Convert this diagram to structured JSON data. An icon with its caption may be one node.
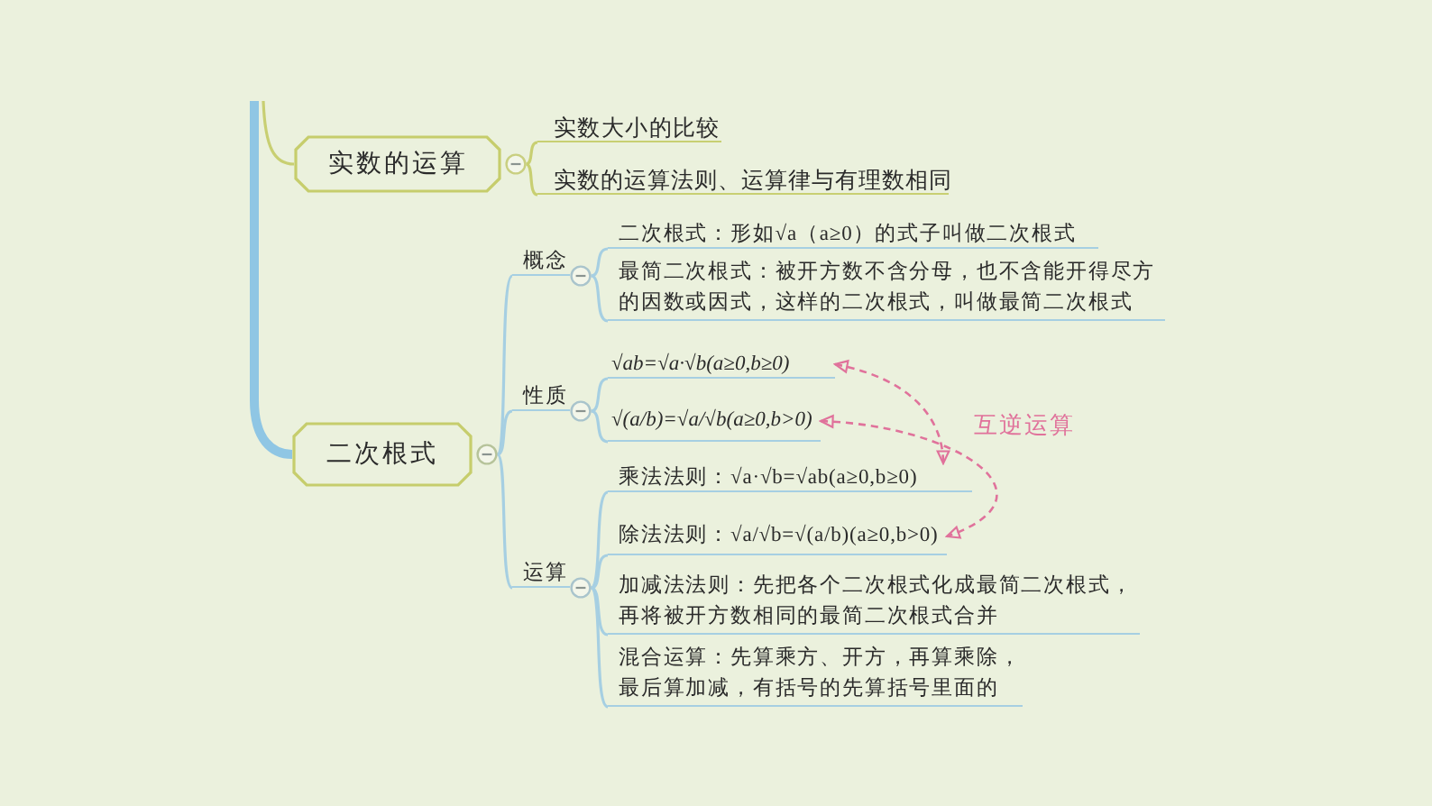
{
  "diagram": {
    "nodes": [
      {
        "text": [
          "实数的运算"
        ]
      },
      {
        "text": [
          "实数大小的比较"
        ]
      },
      {
        "text": [
          "实数的运算法则、运算律与有理数相同"
        ]
      },
      {
        "text": [
          "二次根式"
        ]
      },
      {
        "text": [
          "概念"
        ]
      },
      {
        "text": [
          "二次根式：形如√a（a≥0）的式子叫做二次根式"
        ]
      },
      {
        "text": [
          "最简二次根式：被开方数不含分母，也不含能开得尽方的因数或因式，这样的二次根式，叫做最简二次根式"
        ]
      },
      {
        "text": [
          "性质"
        ]
      },
      {
        "text": [
          "√ab=√a·√b(a≥0,b≥0)"
        ]
      },
      {
        "text": [
          "√(a/b)=√a/√b(a≥0,b>0)"
        ]
      },
      {
        "text": [
          "运算"
        ]
      },
      {
        "text": [
          "乘法法则：√a·√b=√ab(a≥0,b≥0)"
        ]
      },
      {
        "text": [
          "除法法则：√a/√b=√(a/b)(a≥0,b>0)"
        ]
      },
      {
        "text": [
          "加减法法则：先把各个二次根式化成最简二次根式，再将被开方数相同的最简二次根式合并"
        ]
      },
      {
        "text": [
          "混合运算：先算乘方、开方，再算乘除，最后算加减，有括号的先算括号里面的"
        ]
      }
    ],
    "edges": [
      {
        "from": null,
        "to": 0,
        "arrow": "none",
        "color": "#c8cf72"
      },
      {
        "from": null,
        "to": 3,
        "arrow": "none",
        "style": "thick",
        "color": "#8fc6e4"
      },
      {
        "from": 0,
        "to": 1,
        "arrow": "none",
        "color": "#c8cf72"
      },
      {
        "from": 0,
        "to": 2,
        "arrow": "none",
        "color": "#c8cf72"
      },
      {
        "from": 3,
        "to": 4,
        "arrow": "none"
      },
      {
        "from": 3,
        "to": 7,
        "arrow": "none"
      },
      {
        "from": 3,
        "to": 10,
        "arrow": "none"
      },
      {
        "from": 4,
        "to": 5,
        "arrow": "none"
      },
      {
        "from": 4,
        "to": 6,
        "arrow": "none"
      },
      {
        "from": 7,
        "to": 8,
        "arrow": "none"
      },
      {
        "from": 7,
        "to": 9,
        "arrow": "none"
      },
      {
        "from": 10,
        "to": 11,
        "arrow": "none"
      },
      {
        "from": 10,
        "to": 12,
        "arrow": "none"
      },
      {
        "from": 10,
        "to": 13,
        "arrow": "none"
      },
      {
        "from": 10,
        "to": 14,
        "arrow": "none"
      },
      {
        "from": 8,
        "to": 11,
        "arrow": "both",
        "style": "dashed",
        "color": "#e0729b"
      },
      {
        "from": 9,
        "to": 12,
        "arrow": "both",
        "style": "dashed",
        "color": "#e0729b"
      }
    ],
    "labels": [
      "互逆运算"
    ]
  }
}
